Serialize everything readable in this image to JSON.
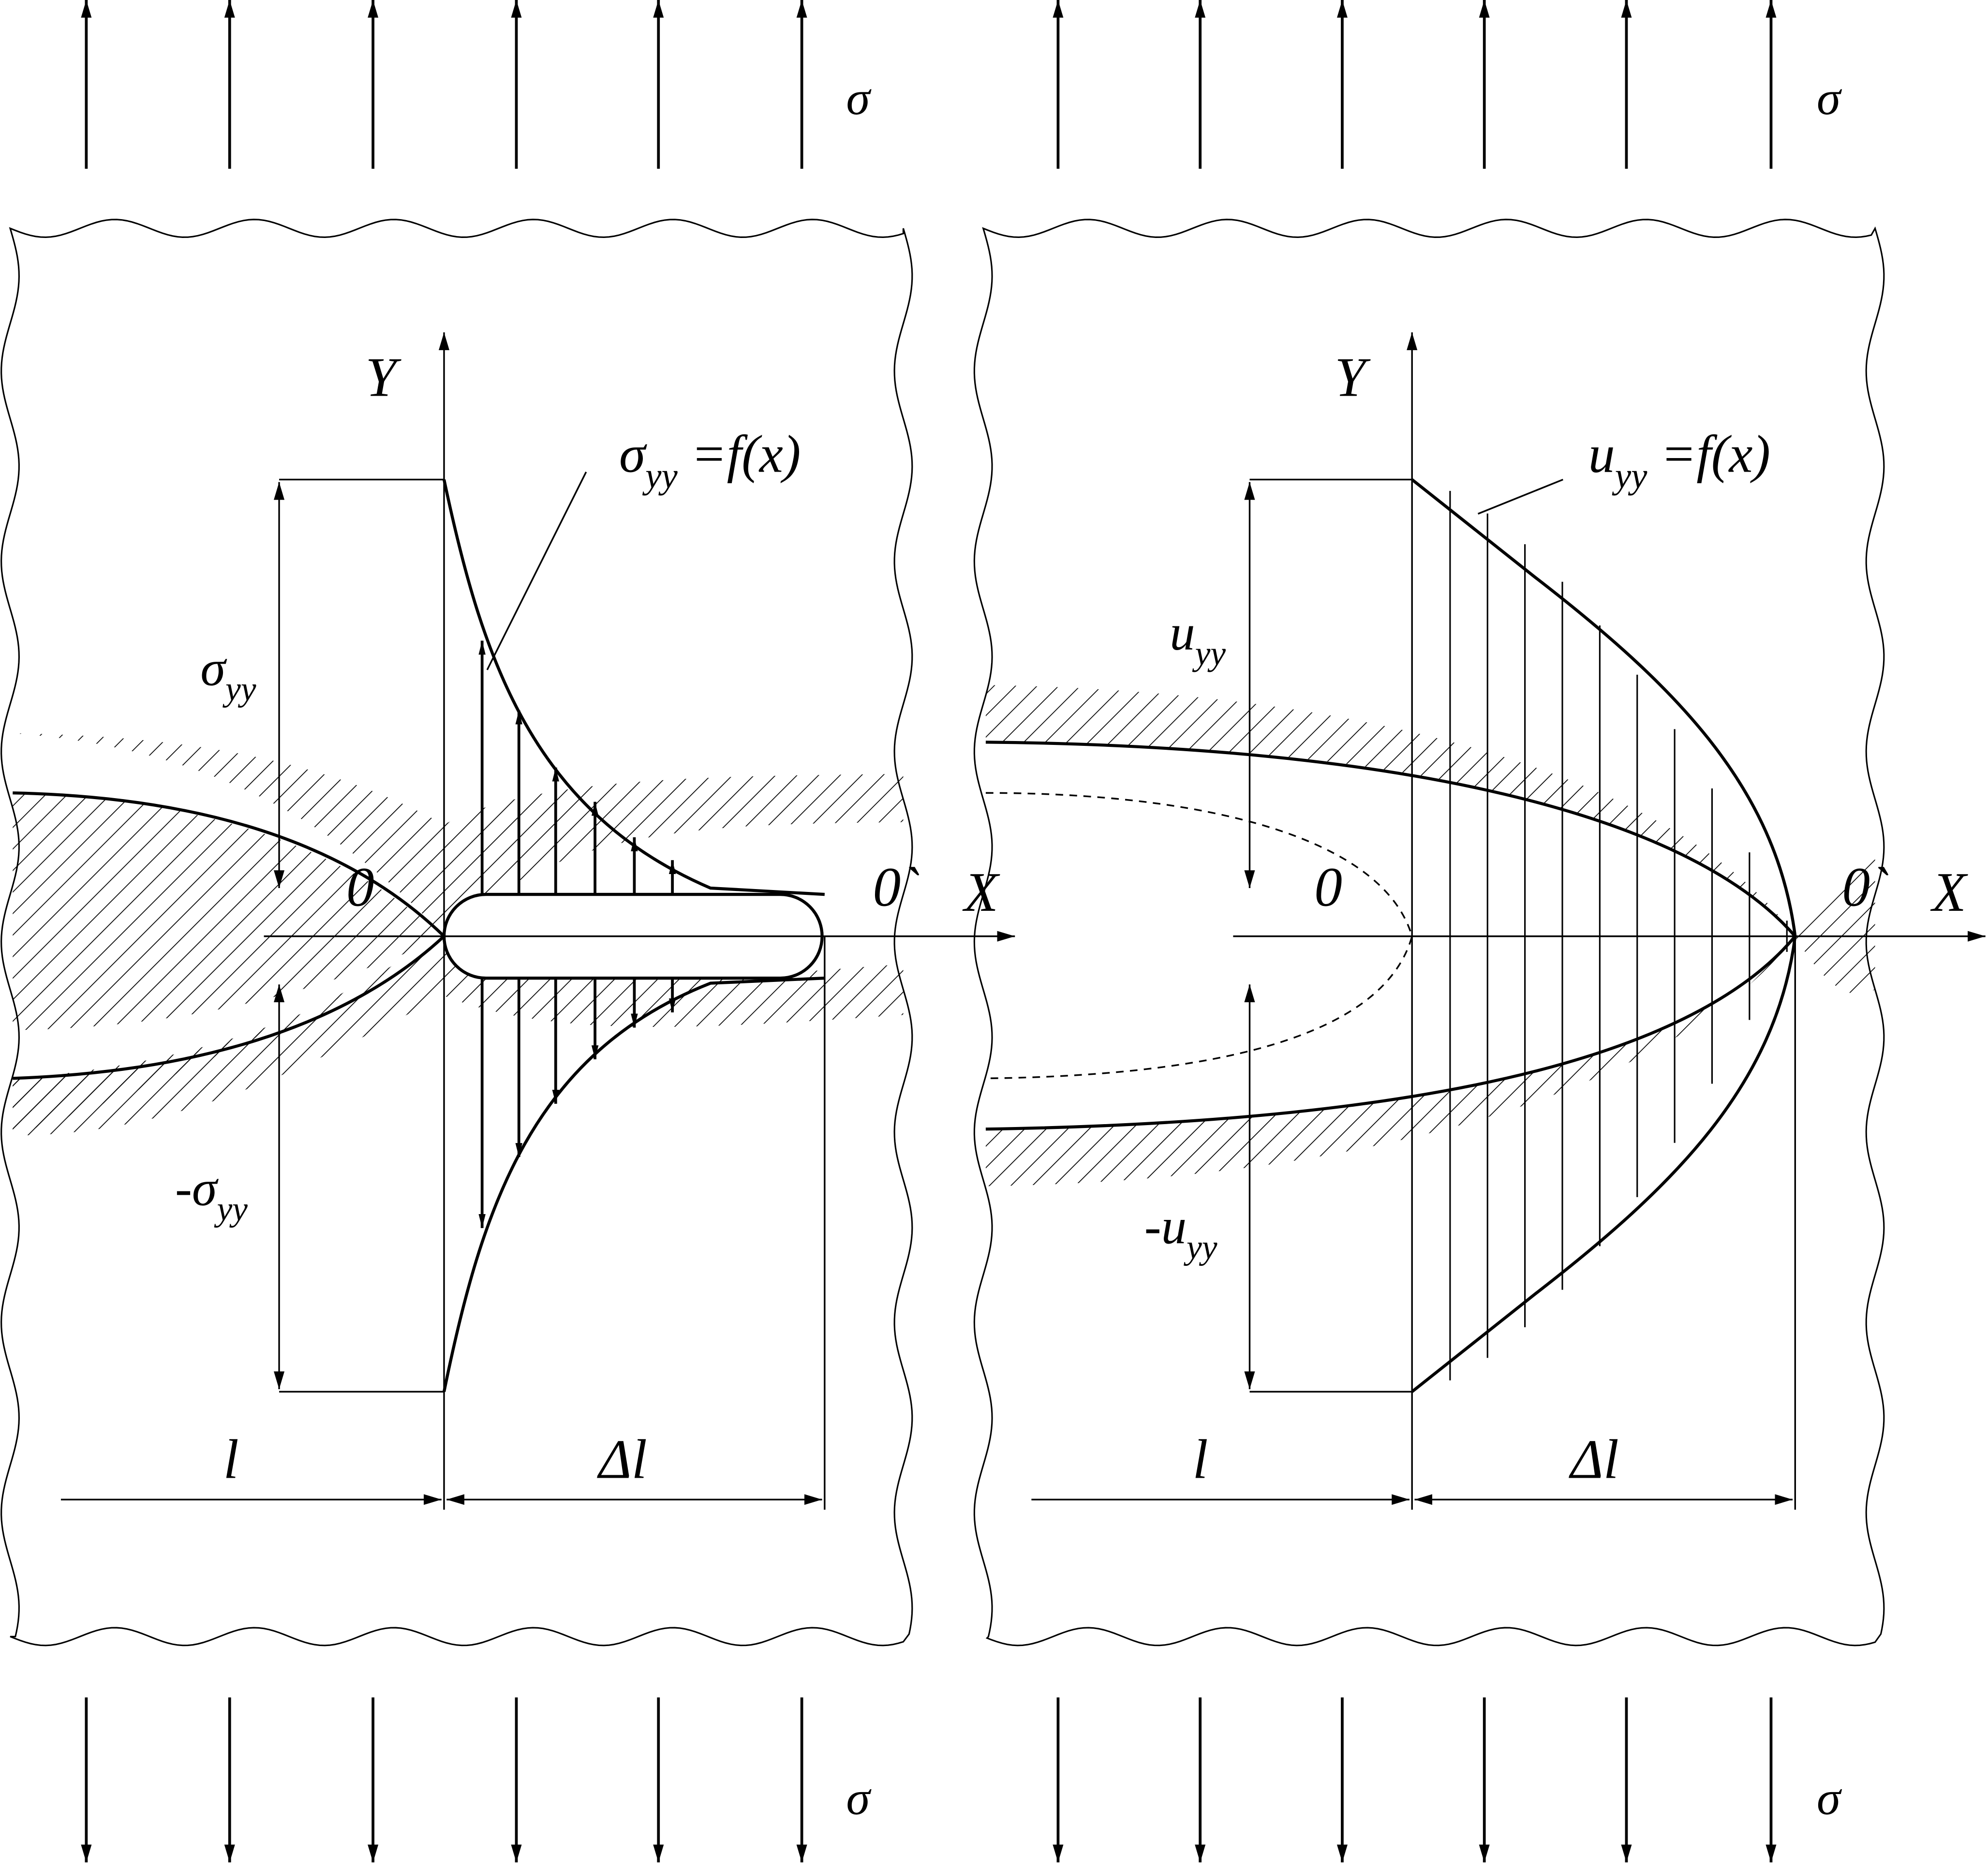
{
  "colors": {
    "ink": "#000000",
    "paper": "#ffffff"
  },
  "left_panel": {
    "load_label_top": "σ",
    "load_label_bottom": "σ",
    "axis_y": "Y",
    "axis_x": "X",
    "origin": "0",
    "tip": "0`",
    "curve_main": "σ",
    "curve_sub": "yy",
    "curve_eq": " =f(x)",
    "upper_main": "σ",
    "upper_sub": "yy",
    "lower_main": "-σ",
    "lower_sub": "yy",
    "dim_left": "l",
    "dim_right": "Δl"
  },
  "right_panel": {
    "load_label_top": "σ",
    "load_label_bottom": "σ",
    "axis_y": "Y",
    "axis_x": "X",
    "origin": "0",
    "tip": "0`",
    "curve_main": "u",
    "curve_sub": "yy",
    "curve_eq": " =f(x)",
    "upper_main": "u",
    "upper_sub": "yy",
    "lower_main": "-u",
    "lower_sub": "yy",
    "dim_left": "l",
    "dim_right": "Δl"
  }
}
